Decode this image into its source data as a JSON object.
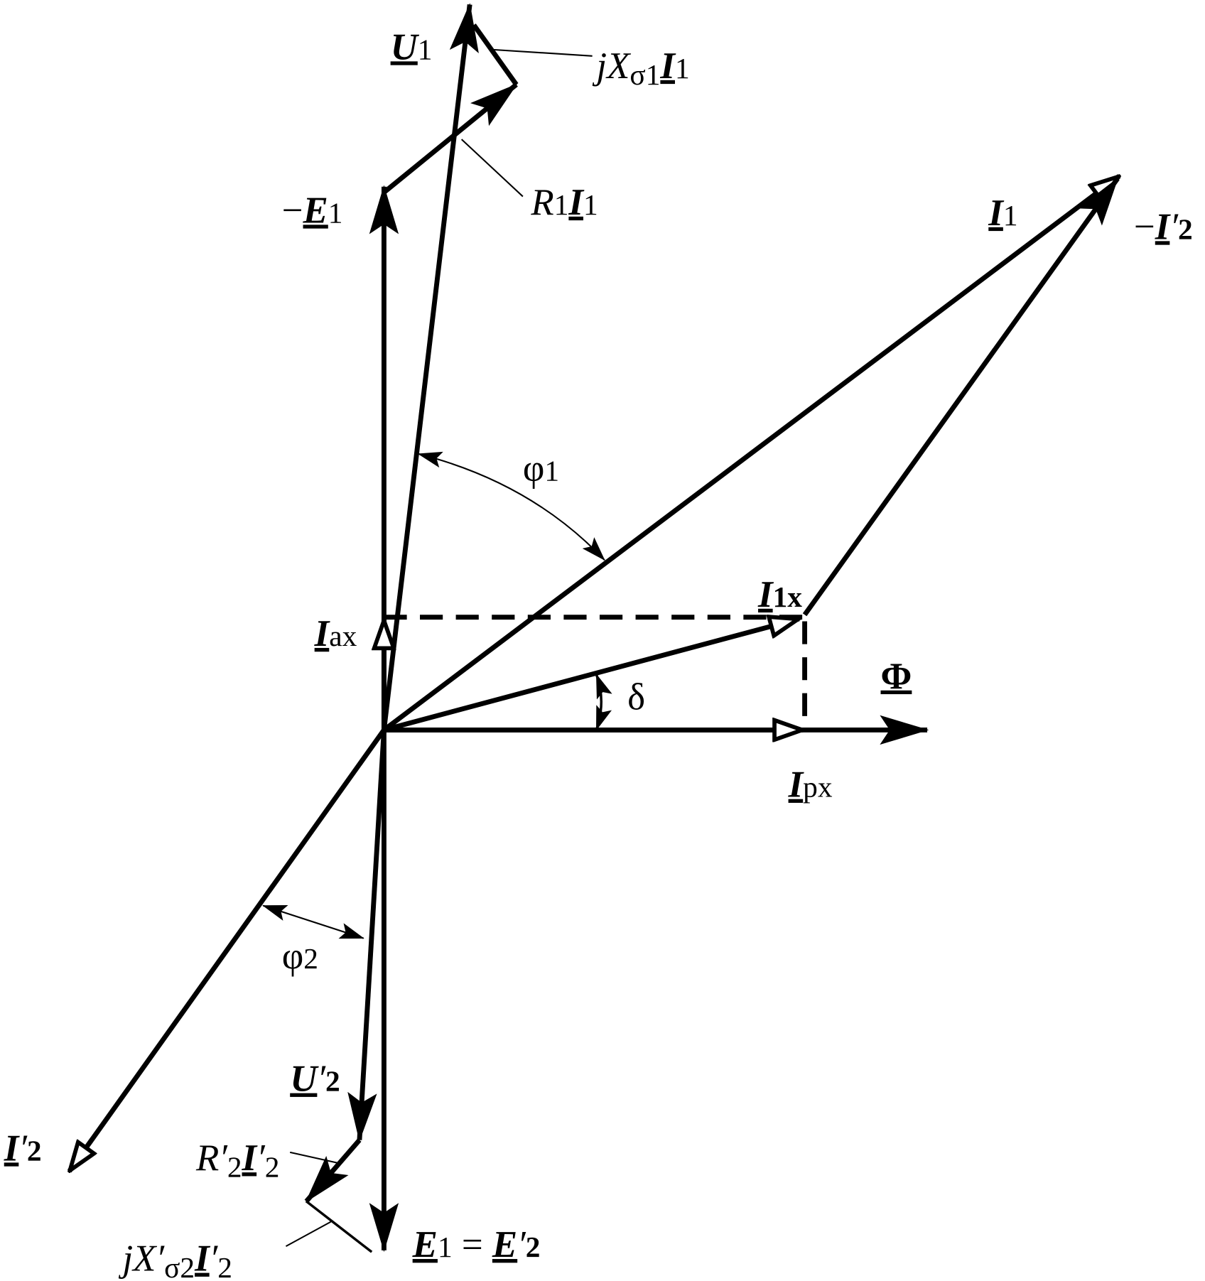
{
  "labels": {
    "U1": {
      "main": "U",
      "sub": "1"
    },
    "jXs1I1": {
      "j": "j",
      "X": "X",
      "sub": "σ1",
      "I": "I",
      "isub": "1"
    },
    "R1I1": {
      "R": "R",
      "sub": "1",
      "I": "I",
      "isub": "1"
    },
    "minusE1": {
      "minus": "−",
      "main": "E",
      "sub": "1"
    },
    "I1": {
      "main": "I",
      "sub": "1"
    },
    "minusI2p": {
      "minus": "−",
      "main": "I",
      "prime": "′",
      "sub": "2"
    },
    "phi1": {
      "main": "φ",
      "sub": "1"
    },
    "I1x": {
      "main": "I",
      "sub": "1x"
    },
    "Iax": {
      "main": "I",
      "sub": "ax"
    },
    "Phi": {
      "main": "Φ"
    },
    "delta": {
      "main": "δ"
    },
    "Ipx": {
      "main": "I",
      "sub": "px"
    },
    "phi2": {
      "main": "φ",
      "sub": "2"
    },
    "I2p": {
      "main": "I",
      "prime": "′",
      "sub": "2"
    },
    "U2p": {
      "main": "U",
      "prime": "′",
      "sub": "2"
    },
    "R2I2": {
      "R": "R",
      "rprime": "′",
      "sub": "2",
      "I": "I",
      "iprime": "′",
      "isub": "2"
    },
    "jXs2I2": {
      "j": "j",
      "X": "X",
      "xprime": "′",
      "sub": "σ2",
      "I": "I",
      "iprime": "′",
      "isub": "2"
    },
    "E1E2": {
      "E1": "E",
      "sub1": "1",
      "eq": " = ",
      "E2": "E",
      "prime": "′",
      "sub2": "2"
    }
  }
}
